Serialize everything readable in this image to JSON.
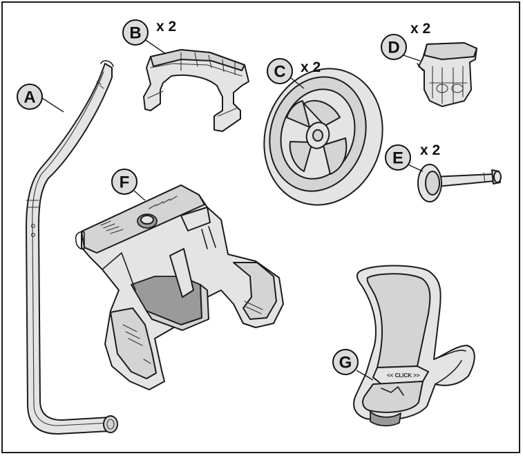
{
  "parts": [
    {
      "id": "A",
      "label": "A",
      "qty": ""
    },
    {
      "id": "B",
      "label": "B",
      "qty": "x 2"
    },
    {
      "id": "C",
      "label": "C",
      "qty": "x 2"
    },
    {
      "id": "D",
      "label": "D",
      "qty": "x 2"
    },
    {
      "id": "E",
      "label": "E",
      "qty": "x 2"
    },
    {
      "id": "F",
      "label": "F",
      "qty": ""
    },
    {
      "id": "G",
      "label": "G",
      "qty": ""
    }
  ],
  "markings": {
    "click": "<< CLICK >>"
  }
}
